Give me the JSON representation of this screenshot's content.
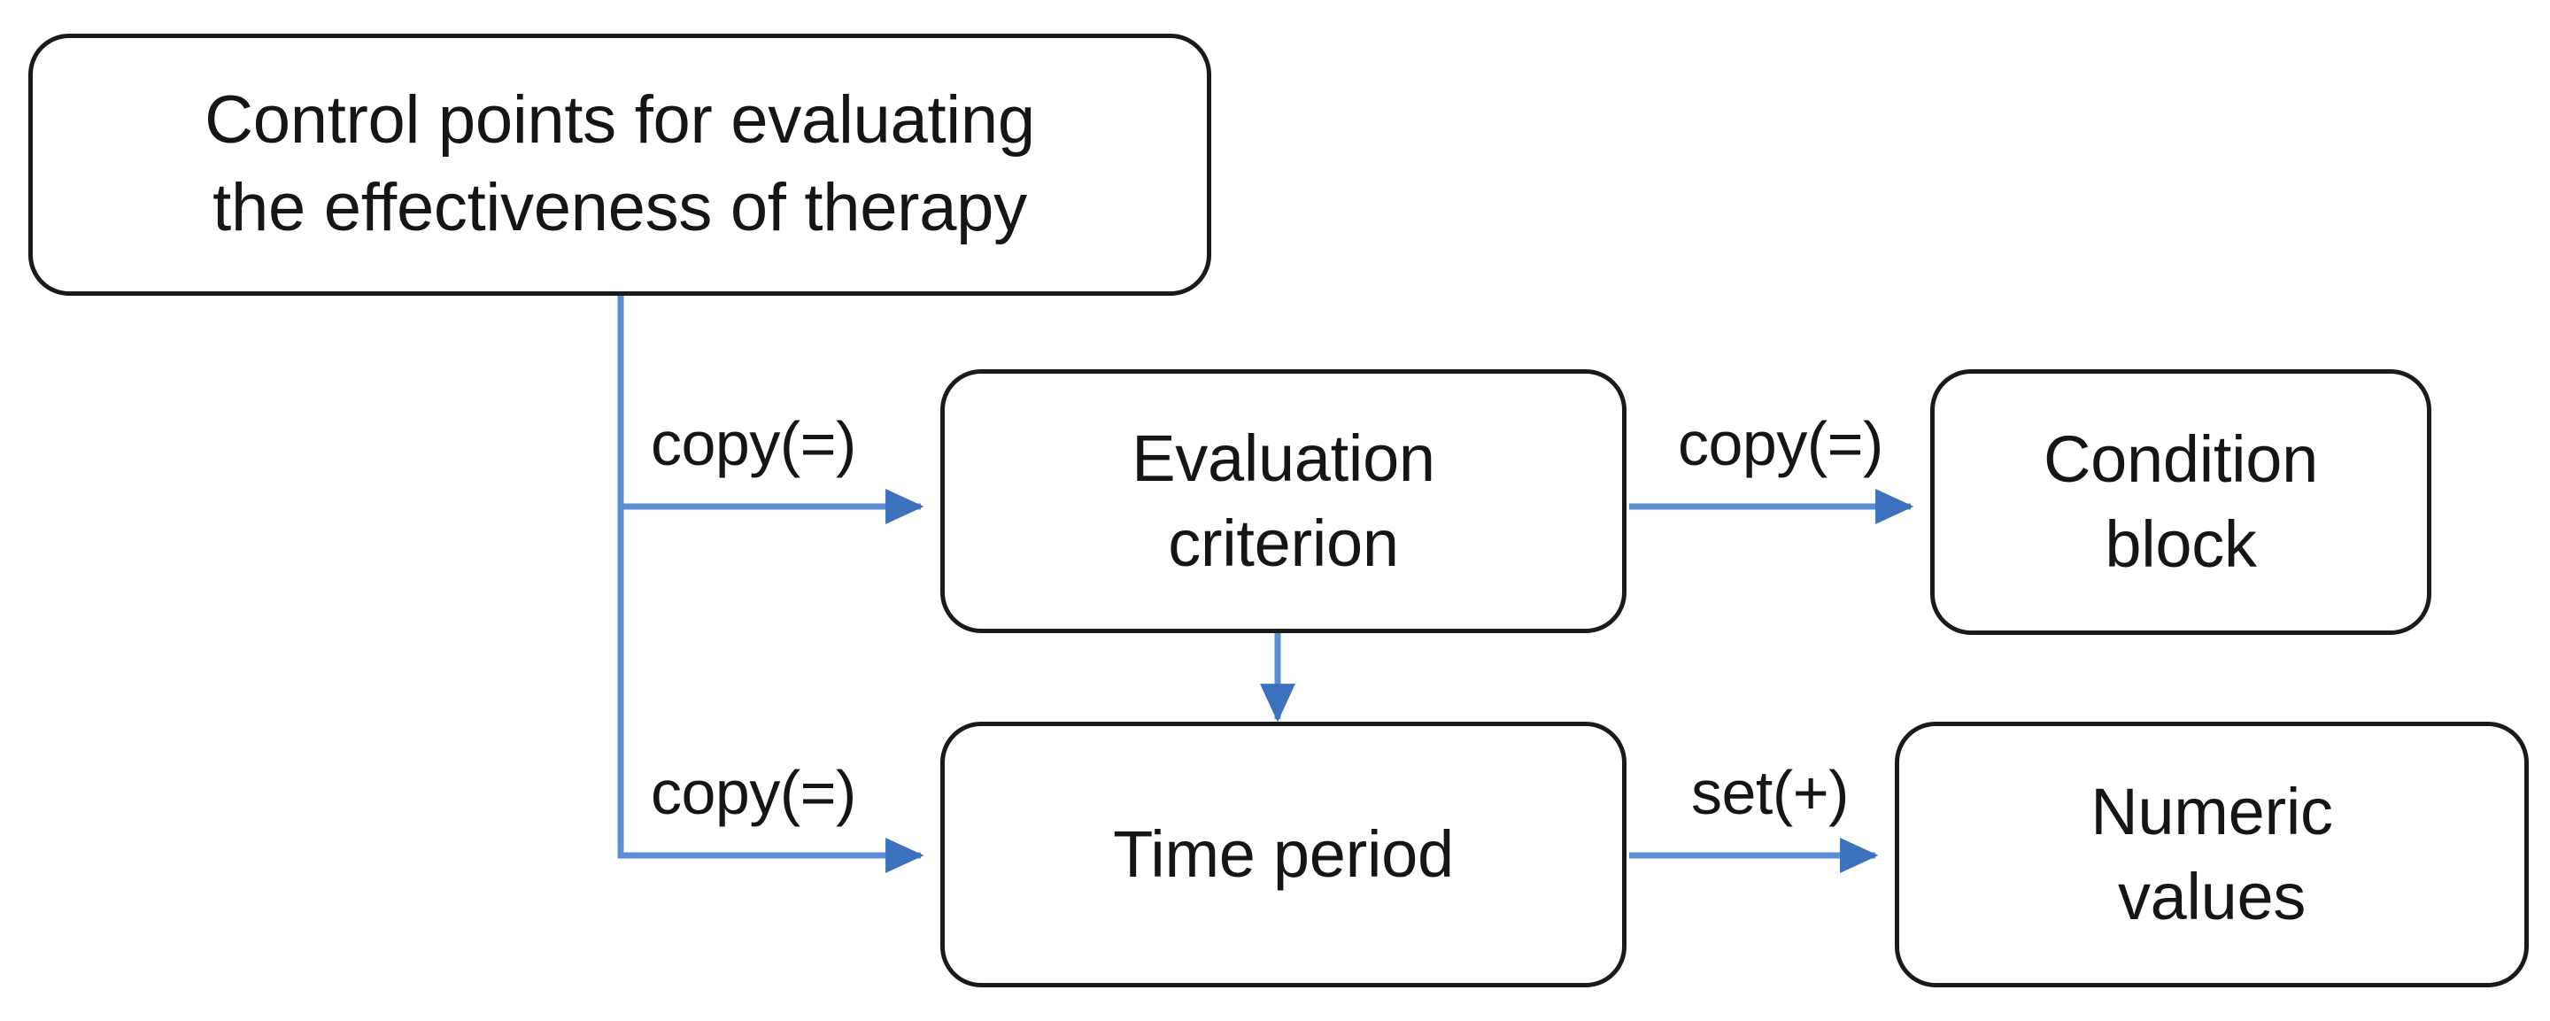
{
  "diagram": {
    "title": "Control points for evaluating the effectiveness of therapy",
    "type": "flowchart",
    "colors": {
      "node_border": "#1a1a1a",
      "node_fill": "#ffffff",
      "edge": "#4a7ebb",
      "text": "#151515",
      "background": "#ffffff"
    },
    "nodes": [
      {
        "id": "control-points",
        "label": "Control points for evaluating\nthe effectiveness of therapy",
        "shape": "rounded-rectangle"
      },
      {
        "id": "evaluation-criterion",
        "label": "Evaluation\ncriterion",
        "shape": "rounded-rectangle"
      },
      {
        "id": "condition-block",
        "label": "Condition\nblock",
        "shape": "rounded-rectangle"
      },
      {
        "id": "time-period",
        "label": "Time period",
        "shape": "rounded-rectangle"
      },
      {
        "id": "numeric-values",
        "label": "Numeric\nvalues",
        "shape": "rounded-rectangle"
      }
    ],
    "edges": [
      {
        "id": "edge-control-to-evaluation",
        "from": "control-points",
        "to": "evaluation-criterion",
        "label": "copy(=)",
        "arrow": "single"
      },
      {
        "id": "edge-control-to-time",
        "from": "control-points",
        "to": "time-period",
        "label": "copy(=)",
        "arrow": "single"
      },
      {
        "id": "edge-evaluation-to-condition",
        "from": "evaluation-criterion",
        "to": "condition-block",
        "label": "copy(=)",
        "arrow": "single"
      },
      {
        "id": "edge-time-to-numeric",
        "from": "time-period",
        "to": "numeric-values",
        "label": "set(+)",
        "arrow": "single"
      },
      {
        "id": "edge-evaluation-to-time",
        "from": "evaluation-criterion",
        "to": "time-period",
        "label": "",
        "arrow": "single"
      }
    ]
  }
}
